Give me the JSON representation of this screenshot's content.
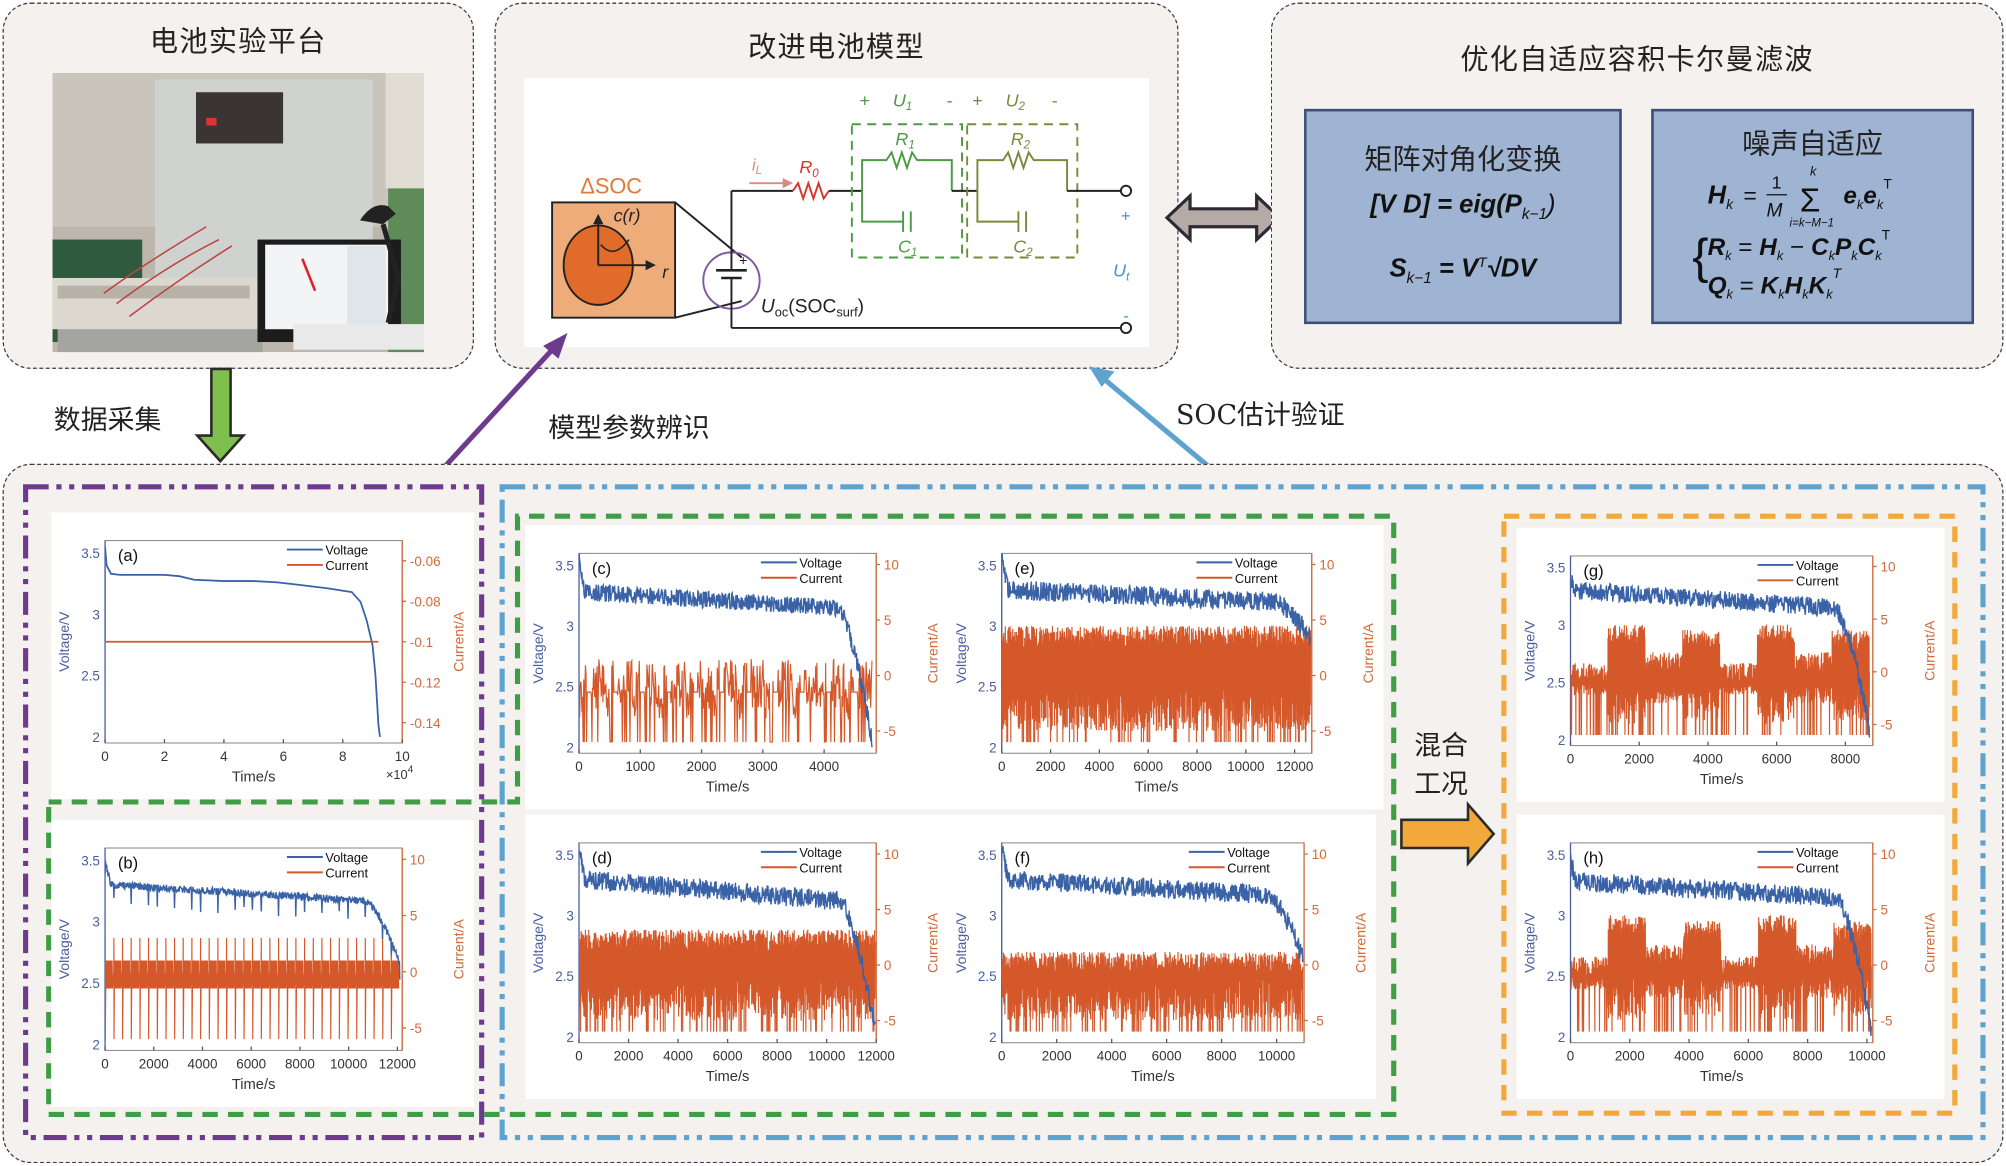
{
  "panels": {
    "platform": {
      "title": "电池实验平台"
    },
    "model": {
      "title": "改进电池模型"
    },
    "filter": {
      "title": "优化自适应容积卡尔曼滤波",
      "box1": {
        "title": "矩阵对角化变换",
        "eq1": "[V   D] = eig(P",
        "eq1_sub": "k−1",
        "eq1_end": ")",
        "eq2_lhs": "S",
        "eq2_sub": "k−1",
        "eq2_rhs": " = V",
        "eq2_sup": "T",
        "eq2_end": "√DV"
      },
      "box2": {
        "title": "噪声自适应",
        "eq_h": "H",
        "eq_h_rest": " = (1/M) Σ e",
        "eq_h_lim_top": "k",
        "eq_h_lim_bot": "i=k−M−1",
        "eq_r": "R",
        "eq_r_rest": " = H",
        "eq_r_rest2": " − C",
        "eq_q": "Q",
        "eq_q_rest": " = K",
        "sub_k": "k",
        "sup_T": "T"
      }
    }
  },
  "circuit": {
    "delta_soc": "ΔSOC",
    "c_r": "c(r)",
    "r": "r",
    "i_L": "i",
    "i_L_sub": "L",
    "R0": "R",
    "R0_sub": "0",
    "R1": "R",
    "R1_sub": "1",
    "R2": "R",
    "R2_sub": "2",
    "C1": "C",
    "C1_sub": "1",
    "C2": "C",
    "C2_sub": "2",
    "U1": "U",
    "U1_sub": "1",
    "U2": "U",
    "U2_sub": "2",
    "Ut": "U",
    "Ut_sub": "t",
    "Uoc": "U",
    "Uoc_sub": "oc",
    "Uoc_arg": "(SOC",
    "Uoc_arg_sub": "surf",
    "Uoc_arg_end": ")",
    "plus": "+",
    "minus": "-",
    "colors": {
      "soc": "#e07a3c",
      "r0": "#d9362b",
      "rc1": "#4c9a45",
      "rc2": "#7a8a3a",
      "ut": "#4a8fd0",
      "il": "#d98a82"
    }
  },
  "arrows": {
    "data_collection": "数据采集",
    "param_identification": "模型参数辨识",
    "soc_validation": "SOC估计验证",
    "mixed_conditions_line1": "混合",
    "mixed_conditions_line2": "工况",
    "colors": {
      "green": "#7fbf4d",
      "purple": "#6e3a8e",
      "blue": "#5ea3cf",
      "orange": "#f2a83a",
      "gray": "#b5aaa5"
    }
  },
  "chart_data": [
    {
      "id": "a",
      "type": "line",
      "tag": "(a)",
      "xlabel": "Time/s",
      "ylabel": "Voltage/V",
      "y2label": "Current/A",
      "x_multiplier": "×10",
      "x_multiplier_exp": "4",
      "xlim": [
        0,
        10
      ],
      "xticks": [
        "0",
        "2",
        "4",
        "6",
        "8",
        "10"
      ],
      "xtick_values": [
        0,
        2,
        4,
        6,
        8,
        10
      ],
      "ylim": [
        1.95,
        3.6
      ],
      "yticks": [
        "2",
        "2.5",
        "3",
        "3.5"
      ],
      "ytick_values": [
        2,
        2.5,
        3,
        3.5
      ],
      "y2lim": [
        -0.15,
        -0.05
      ],
      "y2ticks": [
        "-0.06",
        "-0.08",
        "-0.1",
        "-0.12",
        "-0.14"
      ],
      "y2tick_values": [
        -0.06,
        -0.08,
        -0.1,
        -0.12,
        -0.14
      ],
      "legend": [
        "Voltage",
        "Current"
      ],
      "legend_position": "top-right",
      "series": [
        {
          "name": "Voltage",
          "axis": "left",
          "x": [
            0,
            0.05,
            0.2,
            0.5,
            1,
            2,
            2.5,
            3,
            4,
            5,
            5.8,
            6.5,
            7.5,
            8.3,
            8.6,
            8.8,
            9.0,
            9.1,
            9.2,
            9.25
          ],
          "y": [
            3.55,
            3.4,
            3.33,
            3.32,
            3.32,
            3.32,
            3.31,
            3.28,
            3.27,
            3.27,
            3.26,
            3.24,
            3.21,
            3.18,
            3.1,
            2.95,
            2.75,
            2.5,
            2.1,
            2.0
          ]
        },
        {
          "name": "Current",
          "axis": "right",
          "x": [
            0,
            0.001,
            9.2
          ],
          "y": [
            -0.06,
            -0.1,
            -0.1
          ]
        }
      ]
    },
    {
      "id": "b",
      "type": "line",
      "tag": "(b)",
      "xlabel": "Time/s",
      "ylabel": "Voltage/V",
      "y2label": "Current/A",
      "xlim": [
        0,
        12200
      ],
      "xticks": [
        "0",
        "2000",
        "4000",
        "6000",
        "8000",
        "10000",
        "12000"
      ],
      "xtick_values": [
        0,
        2000,
        4000,
        6000,
        8000,
        10000,
        12000
      ],
      "ylim": [
        1.95,
        3.6
      ],
      "yticks": [
        "2",
        "2.5",
        "3",
        "3.5"
      ],
      "ytick_values": [
        2,
        2.5,
        3,
        3.5
      ],
      "y2lim": [
        -7,
        11
      ],
      "y2ticks": [
        "10",
        "5",
        "0",
        "-5"
      ],
      "y2tick_values": [
        10,
        5,
        0,
        -5
      ],
      "legend": [
        "Voltage",
        "Current"
      ],
      "legend_position": "top-right",
      "profile": "pulse",
      "duration": 12100,
      "pulses": 34,
      "v_start": 3.5,
      "v_plateau": 3.3,
      "v_knee": 3.17,
      "v_end": 2.65,
      "i_high": 3,
      "i_low": -6,
      "i_band": [
        1,
        -1.5
      ]
    },
    {
      "id": "c",
      "type": "line",
      "tag": "(c)",
      "xlabel": "Time/s",
      "ylabel": "Voltage/V",
      "y2label": "Current/A",
      "xlim": [
        0,
        4850
      ],
      "xticks": [
        "0",
        "1000",
        "2000",
        "3000",
        "4000"
      ],
      "xtick_values": [
        0,
        1000,
        2000,
        3000,
        4000
      ],
      "ylim": [
        1.95,
        3.6
      ],
      "yticks": [
        "2",
        "2.5",
        "3",
        "3.5"
      ],
      "ytick_values": [
        2,
        2.5,
        3,
        3.5
      ],
      "y2lim": [
        -7,
        11
      ],
      "y2ticks": [
        "10",
        "5",
        "0",
        "-5"
      ],
      "y2tick_values": [
        10,
        5,
        0,
        -5
      ],
      "legend": [
        "Voltage",
        "Current"
      ],
      "legend_position": "top-right",
      "profile": "cycle",
      "duration": 4780,
      "cycles": 11,
      "v_start": 3.55,
      "v_plateau": 3.28,
      "v_knee": 3.15,
      "v_end": 2.05,
      "i_high": 1.5,
      "i_low": -6
    },
    {
      "id": "d",
      "type": "line",
      "tag": "(d)",
      "xlabel": "Time/s",
      "ylabel": "Voltage/V",
      "y2label": "Current/A",
      "xlim": [
        0,
        12000
      ],
      "xticks": [
        "0",
        "2000",
        "4000",
        "6000",
        "8000",
        "10000",
        "12000"
      ],
      "xtick_values": [
        0,
        2000,
        4000,
        6000,
        8000,
        10000,
        12000
      ],
      "ylim": [
        1.95,
        3.6
      ],
      "yticks": [
        "2",
        "2.5",
        "3",
        "3.5"
      ],
      "ytick_values": [
        2,
        2.5,
        3,
        3.5
      ],
      "y2lim": [
        -7,
        11
      ],
      "y2ticks": [
        "10",
        "5",
        "0",
        "-5"
      ],
      "y2tick_values": [
        10,
        5,
        0,
        -5
      ],
      "legend": [
        "Voltage",
        "Current"
      ],
      "legend_position": "top-right",
      "profile": "dense",
      "duration": 11950,
      "v_start": 3.55,
      "v_plateau": 3.3,
      "v_knee": 3.12,
      "v_end": 2.05,
      "i_high": 3.2,
      "i_low": -6
    },
    {
      "id": "e",
      "type": "line",
      "tag": "(e)",
      "xlabel": "Time/s",
      "ylabel": "Voltage/V",
      "y2label": "Current/A",
      "xlim": [
        0,
        12700
      ],
      "xticks": [
        "0",
        "2000",
        "4000",
        "6000",
        "8000",
        "10000",
        "12000"
      ],
      "xtick_values": [
        0,
        2000,
        4000,
        6000,
        8000,
        10000,
        12000
      ],
      "ylim": [
        1.95,
        3.6
      ],
      "yticks": [
        "2",
        "2.5",
        "3",
        "3.5"
      ],
      "ytick_values": [
        2,
        2.5,
        3,
        3.5
      ],
      "y2lim": [
        -7,
        11
      ],
      "y2ticks": [
        "10",
        "5",
        "0",
        "-5"
      ],
      "y2tick_values": [
        10,
        5,
        0,
        -5
      ],
      "legend": [
        "Voltage",
        "Current"
      ],
      "legend_position": "top-right",
      "profile": "dense",
      "duration": 12650,
      "v_start": 3.55,
      "v_plateau": 3.3,
      "v_knee": 3.2,
      "v_end": 2.9,
      "i_high": 4.5,
      "i_low": -6
    },
    {
      "id": "f",
      "type": "line",
      "tag": "(f)",
      "xlabel": "Time/s",
      "ylabel": "Voltage/V",
      "y2label": "Current/A",
      "xlim": [
        0,
        11000
      ],
      "xticks": [
        "0",
        "2000",
        "4000",
        "6000",
        "8000",
        "10000"
      ],
      "xtick_values": [
        0,
        2000,
        4000,
        6000,
        8000,
        10000
      ],
      "ylim": [
        1.95,
        3.6
      ],
      "yticks": [
        "2",
        "2.5",
        "3",
        "3.5"
      ],
      "ytick_values": [
        2,
        2.5,
        3,
        3.5
      ],
      "y2lim": [
        -7,
        11
      ],
      "y2ticks": [
        "10",
        "5",
        "0",
        "-5"
      ],
      "y2tick_values": [
        10,
        5,
        0,
        -5
      ],
      "legend": [
        "Voltage",
        "Current"
      ],
      "legend_position": "top-right",
      "profile": "dense",
      "duration": 10950,
      "v_start": 3.55,
      "v_plateau": 3.3,
      "v_knee": 3.17,
      "v_end": 2.65,
      "i_high": 1.2,
      "i_low": -6
    },
    {
      "id": "g",
      "type": "line",
      "tag": "(g)",
      "xlabel": "Time/s",
      "ylabel": "Voltage/V",
      "y2label": "Current/A",
      "xlim": [
        0,
        8800
      ],
      "xticks": [
        "0",
        "2000",
        "4000",
        "6000",
        "8000"
      ],
      "xtick_values": [
        0,
        2000,
        4000,
        6000,
        8000
      ],
      "ylim": [
        1.95,
        3.6
      ],
      "yticks": [
        "2",
        "2.5",
        "3",
        "3.5"
      ],
      "ytick_values": [
        2,
        2.5,
        3,
        3.5
      ],
      "y2lim": [
        -7,
        11
      ],
      "y2ticks": [
        "10",
        "5",
        "0",
        "-5"
      ],
      "y2tick_values": [
        10,
        5,
        0,
        -5
      ],
      "legend": [
        "Voltage",
        "Current"
      ],
      "legend_position": "top-right",
      "profile": "mixed",
      "duration": 8700,
      "v_start": 3.4,
      "v_plateau": 3.3,
      "v_knee": 3.15,
      "v_end": 2.1,
      "i_high": 4.5,
      "i_low": -6
    },
    {
      "id": "h",
      "type": "line",
      "tag": "(h)",
      "xlabel": "Time/s",
      "ylabel": "Voltage/V",
      "y2label": "Current/A",
      "xlim": [
        0,
        10200
      ],
      "xticks": [
        "0",
        "2000",
        "4000",
        "6000",
        "8000",
        "10000"
      ],
      "xtick_values": [
        0,
        2000,
        4000,
        6000,
        8000,
        10000
      ],
      "ylim": [
        1.95,
        3.6
      ],
      "yticks": [
        "2",
        "2.5",
        "3",
        "3.5"
      ],
      "ytick_values": [
        2,
        2.5,
        3,
        3.5
      ],
      "y2lim": [
        -7,
        11
      ],
      "y2ticks": [
        "10",
        "5",
        "0",
        "-5"
      ],
      "y2tick_values": [
        10,
        5,
        0,
        -5
      ],
      "legend": [
        "Voltage",
        "Current"
      ],
      "legend_position": "top-right",
      "profile": "mixed",
      "duration": 10150,
      "v_start": 3.45,
      "v_plateau": 3.28,
      "v_knee": 3.15,
      "v_end": 2.05,
      "i_high": 4.5,
      "i_low": -6
    }
  ],
  "colors": {
    "voltage": "#3a62a7",
    "current": "#d4582a",
    "left_axis": "#4a5fa0",
    "right_axis": "#d06a3a"
  }
}
